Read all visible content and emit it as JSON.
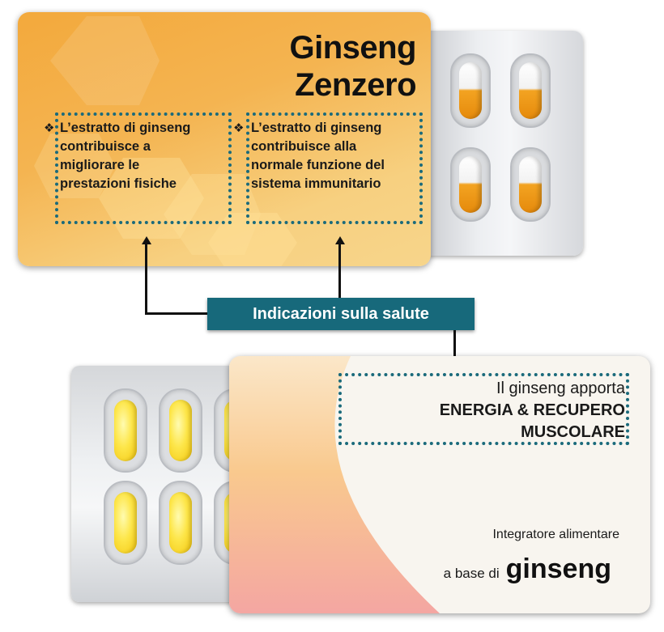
{
  "top_package": {
    "title_line1": "Ginseng",
    "title_line2": "Zenzero",
    "claims": [
      {
        "bullet": "❖",
        "lines": [
          "L’estratto di ginseng",
          "contribuisce a",
          "migliorare le",
          "prestazioni fisiche"
        ]
      },
      {
        "bullet": "❖",
        "lines": [
          "L’estratto di ginseng",
          "contribuisce alla",
          "normale funzione del",
          "sistema immunitario"
        ]
      }
    ]
  },
  "connector": {
    "label": "Indicazioni sulla salute"
  },
  "bottom_package": {
    "claim_line1": "Il ginseng apporta",
    "claim_line2": "ENERGIA & RECUPERO",
    "claim_line3": "MUSCOLARE",
    "supplement_label": "Integratore alimentare",
    "base_prefix": "a base di",
    "base_product": "ginseng"
  },
  "colors": {
    "teal": "#17697b",
    "orange": "#f3a93c",
    "capsule_yellow": "#fde64a"
  }
}
